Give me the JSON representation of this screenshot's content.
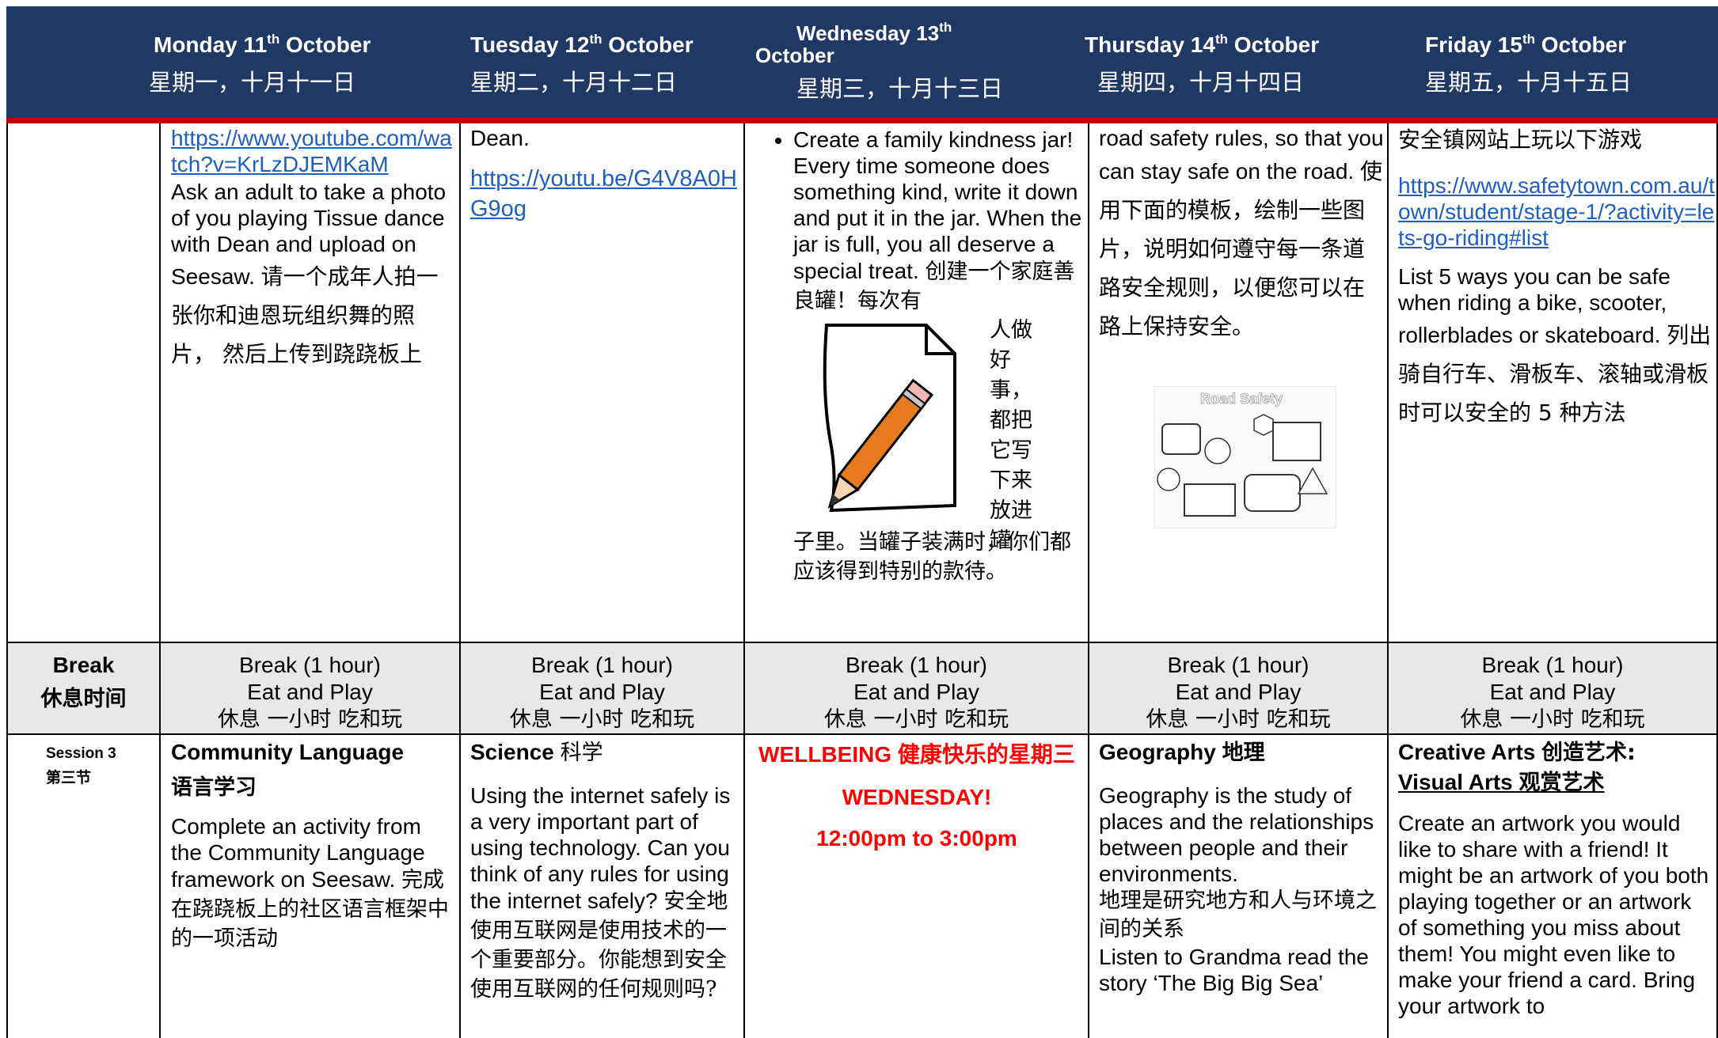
{
  "header": {
    "days": [
      {
        "day": "Monday 11",
        "sup": "th",
        "month": " October",
        "zh": "星期一，十月十一日"
      },
      {
        "day": "Tuesday 12",
        "sup": "th",
        "month": " October",
        "zh": "星期二，十月十二日"
      },
      {
        "day": "Wednesday 13",
        "sup": "th",
        "month": "October",
        "zh": "星期三，十月十三日"
      },
      {
        "day": "Thursday 14",
        "sup": "th",
        "month": " October",
        "zh": "星期四，十月十四日"
      },
      {
        "day": "Friday 15",
        "sup": "th",
        "month": " October",
        "zh": "星期五，十月十五日"
      }
    ]
  },
  "row1": {
    "monday": {
      "link": "https://www.youtube.com/watch?v=KrLzDJEMKaM",
      "text": "Ask an adult to take a photo of you playing Tissue dance with Dean and upload on Seesaw.",
      "zh": "请一个成年人拍一张你和迪恩玩组织舞的照片， 然后上传到跷跷板上"
    },
    "tuesday": {
      "text": "Dean.",
      "link": "https://youtu.be/G4V8A0HG9og"
    },
    "wednesday": {
      "text": "Create a family kindness jar! Every time someone does something kind, write it down and put it in the jar. When the jar is full, you all deserve a special treat.",
      "zh_a": "创建一个家庭善良罐！每次有",
      "zh_side": "人做好事，都把它写下来放进罐",
      "zh_b": "子里。当罐子装满时，你们都应该得到特别的款待。"
    },
    "thursday": {
      "text": "road safety rules, so that you can stay safe on the road.",
      "zh": "使用下面的模板，绘制一些图片，说明如何遵守每一条道路安全规则，以便您可以在路上保持安全。",
      "image_title": "Road Safety"
    },
    "friday": {
      "zh_top": "安全镇网站上玩以下游戏",
      "link": "https://www.safetytown.com.au/town/student/stage-1/?activity=lets-go-riding#list",
      "text": "List 5 ways you can be safe when riding a bike, scooter, rollerblades or skateboard.",
      "zh": "列出骑自行车、滑板车、滚轴或滑板时可以安全的 5 种方法"
    }
  },
  "break": {
    "label": "Break",
    "label_zh": "休息时间",
    "line1": "Break (1 hour)",
    "line2": "Eat and Play",
    "line3": "休息 一小时 吃和玩"
  },
  "session3": {
    "label": "Session 3",
    "label_zh": "第三节",
    "monday": {
      "title": "Community Language",
      "title_zh": "语言学习",
      "text": "Complete an activity from the Community Language framework on Seesaw.",
      "zh": "完成在跷跷板上的社区语言框架中的一项活动"
    },
    "tuesday": {
      "title": "Science",
      "title_zh": "科学",
      "text": "Using the internet safely is a very important part of using technology. Can you think of any rules for using the internet safely?",
      "zh": "安全地使用互联网是使用技术的一个重要部分。你能想到安全使用互联网的任何规则吗?"
    },
    "wednesday": {
      "line1": "WELLBEING 健康快乐的星期三",
      "line2": "WEDNESDAY!",
      "line3": "12:00pm to 3:00pm"
    },
    "thursday": {
      "title": "Geography",
      "title_zh": "地理",
      "text": "Geography is the study of places and the relationships between people and their environments.",
      "zh": "地理是研究地方和人与环境之间的关系",
      "text2": "Listen to Grandma read the story ‘The Big Big Sea’"
    },
    "friday": {
      "title": "Creative Arts",
      "title_zh": "创造艺术:",
      "subtitle": "Visual Arts",
      "subtitle_zh": "观赏艺术",
      "text": "Create an artwork you would like to share with a friend! It might be an artwork of you both playing together or an artwork of something you miss about them! You might even like to make your friend a card. Bring your artwork to"
    }
  },
  "colors": {
    "header_bg": "#1f3864",
    "header_rule": "#c00000",
    "link": "#1f5fbf",
    "wellbeing": "#ff0000",
    "break_bg": "#e8e8e8"
  }
}
